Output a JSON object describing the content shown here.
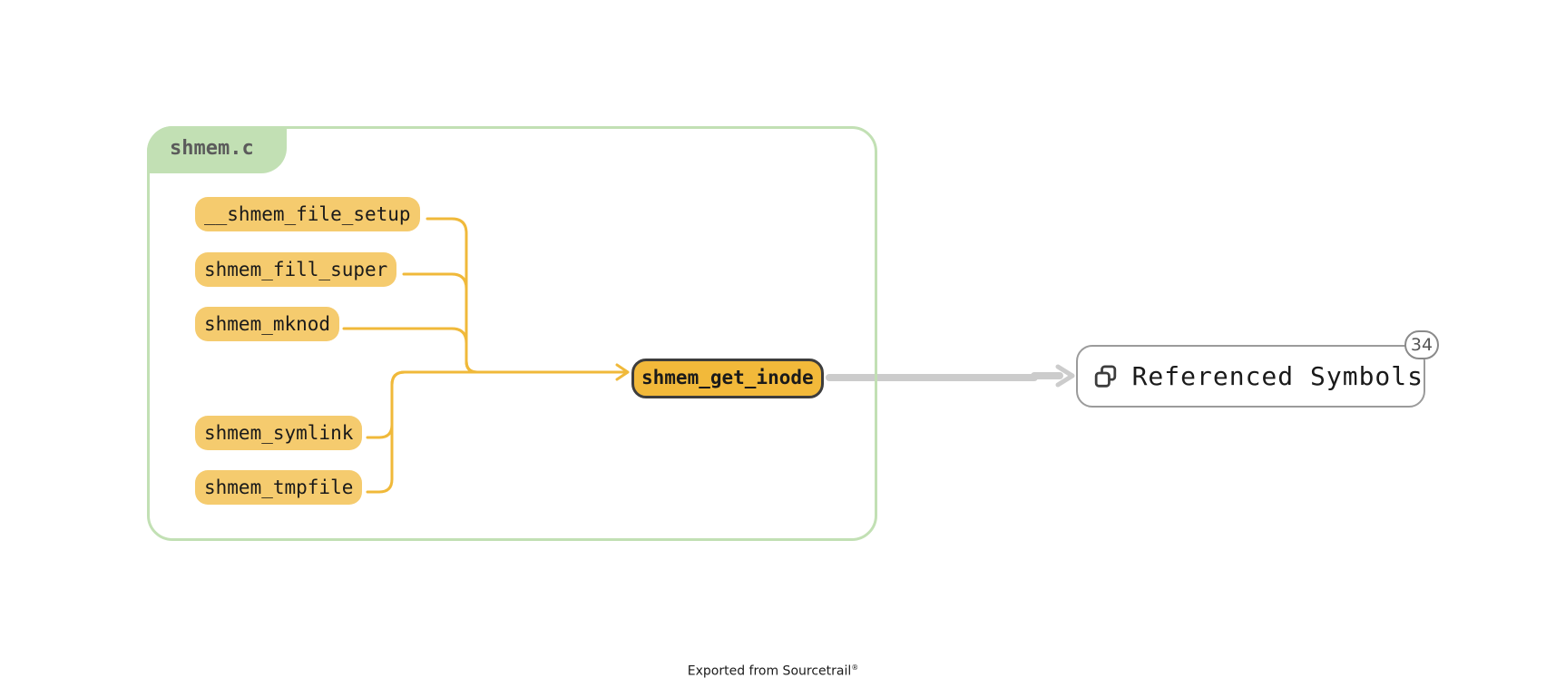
{
  "file": {
    "name": "shmem.c"
  },
  "functions": [
    {
      "label": "__shmem_file_setup"
    },
    {
      "label": "shmem_fill_super"
    },
    {
      "label": "shmem_mknod"
    },
    {
      "label": "shmem_symlink"
    },
    {
      "label": "shmem_tmpfile"
    }
  ],
  "focus": {
    "label": "shmem_get_inode"
  },
  "referenced": {
    "label": "Referenced Symbols",
    "count": "34",
    "icon": "referenced-symbols-icon"
  },
  "footer": {
    "text": "Exported from Sourcetrail",
    "mark": "®"
  },
  "colors": {
    "file_group": "#c2e0b4",
    "function_node": "#f5cb6e",
    "focus_node": "#f2b93a",
    "call_edge": "#f0b93a",
    "reference_edge": "#cccccc"
  }
}
